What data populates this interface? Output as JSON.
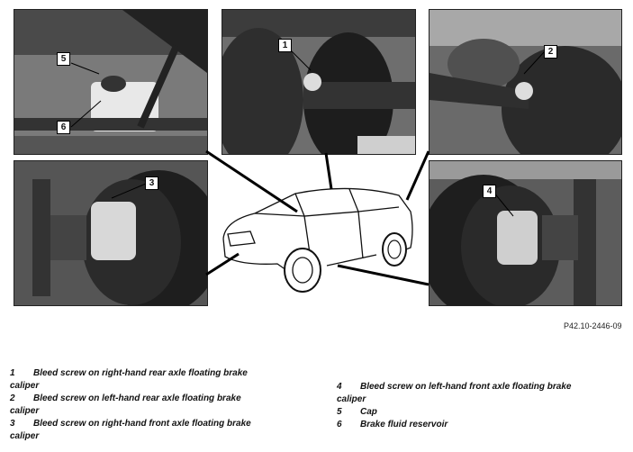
{
  "figure_ref": "P42.10-2446-09",
  "callouts": [
    "1",
    "2",
    "3",
    "4",
    "5",
    "6"
  ],
  "legend": {
    "left": [
      {
        "num": "1",
        "line1": "Bleed screw on right-hand rear axle floating brake",
        "line2": "caliper"
      },
      {
        "num": "2",
        "line1": "Bleed screw on left-hand rear axle floating brake",
        "line2": "caliper"
      },
      {
        "num": "3",
        "line1": "Bleed screw on right-hand front axle floating brake",
        "line2": "caliper"
      }
    ],
    "right": [
      {
        "num": "4",
        "line1": "Bleed screw on left-hand front axle floating brake",
        "line2": "caliper"
      },
      {
        "num": "5",
        "line1": "Cap",
        "line2": ""
      },
      {
        "num": "6",
        "line1": "Brake fluid reservoir",
        "line2": ""
      }
    ]
  }
}
